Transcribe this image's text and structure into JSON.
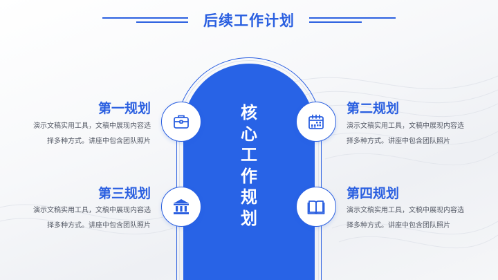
{
  "header": {
    "title": "后续工作计划"
  },
  "center": {
    "label_chars": [
      "核",
      "心",
      "工",
      "作",
      "规",
      "划"
    ]
  },
  "plans": [
    {
      "title": "第一规划",
      "desc_line1": "演示文稿实用工具，文稿中展现内容选",
      "desc_line2": "择多种方式。讲座中包含团队照片",
      "icon": "briefcase-icon"
    },
    {
      "title": "第二规划",
      "desc_line1": "演示文稿实用工具，文稿中展现内容选",
      "desc_line2": "择多种方式。讲座中包含团队照片",
      "icon": "calendar-icon"
    },
    {
      "title": "第三规划",
      "desc_line1": "演示文稿实用工具，文稿中展现内容选",
      "desc_line2": "择多种方式。讲座中包含团队照片",
      "icon": "bank-icon"
    },
    {
      "title": "第四规划",
      "desc_line1": "演示文稿实用工具，文稿中展现内容选",
      "desc_line2": "择多种方式。讲座中包含团队照片",
      "icon": "book-icon"
    }
  ],
  "colors": {
    "accent": "#2a5fe0",
    "arch_fill": "#2863e6",
    "text_gray": "#555a66"
  }
}
